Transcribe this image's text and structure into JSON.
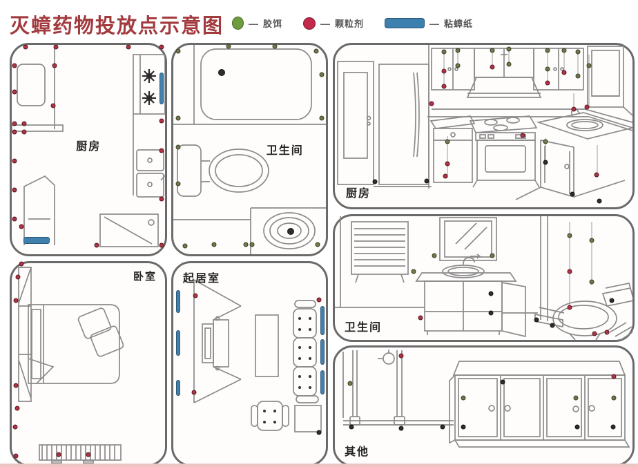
{
  "title": "灭蟑药物投放点示意图",
  "colors": {
    "title": "#a23a3e",
    "crop_strip": "#ecc6c4"
  },
  "legend": {
    "dash": "—",
    "items": [
      {
        "id": "gel",
        "label": "胶饵",
        "color": "#6f9c3e"
      },
      {
        "id": "granule",
        "label": "颗粒剂",
        "color": "#c2294b"
      },
      {
        "id": "sticky",
        "label": "粘蟑纸",
        "color": "#3c80b0"
      }
    ]
  },
  "marker_colors": {
    "r": "#b03245",
    "g": "#6e7a49",
    "b": "#4080ad",
    "k": "#2d2d2d"
  },
  "marker_names": {
    "r": "granule-marker",
    "g": "gel-bait-marker",
    "b": "sticky-trap-marker",
    "k": "dark-dot-marker"
  },
  "panels": [
    {
      "id": "kitchen-plan",
      "label": "厨房",
      "markers": [
        {
          "t": "r",
          "x": 9,
          "y": 1
        },
        {
          "t": "r",
          "x": 28.8,
          "y": 1
        },
        {
          "t": "r",
          "x": 76.1,
          "y": 1
        },
        {
          "t": "r",
          "x": 97.7,
          "y": 1
        },
        {
          "t": "r",
          "x": 1.8,
          "y": 9.9
        },
        {
          "t": "r",
          "x": 27.9,
          "y": 9.9
        },
        {
          "t": "r",
          "x": 1.8,
          "y": 22.4
        },
        {
          "t": "r",
          "x": 27,
          "y": 29
        },
        {
          "t": "r",
          "x": 1.8,
          "y": 37.6
        },
        {
          "t": "r",
          "x": 8.1,
          "y": 37.6
        },
        {
          "t": "r",
          "x": 1.8,
          "y": 41.6
        },
        {
          "t": "r",
          "x": 8.1,
          "y": 41.6
        },
        {
          "t": "r",
          "x": 97.7,
          "y": 36.3
        },
        {
          "t": "r",
          "x": 97.7,
          "y": 50.5
        },
        {
          "t": "r",
          "x": 1.8,
          "y": 55.4
        },
        {
          "t": "r",
          "x": 1.8,
          "y": 69.3
        },
        {
          "t": "r",
          "x": 97.7,
          "y": 73.6
        },
        {
          "t": "r",
          "x": 1.8,
          "y": 83.2
        },
        {
          "t": "r",
          "x": 6.3,
          "y": 86.8
        },
        {
          "t": "r",
          "x": 17.1,
          "y": 93.4
        },
        {
          "t": "r",
          "x": 55.4,
          "y": 95.7
        },
        {
          "t": "r",
          "x": 97.7,
          "y": 95.7
        },
        {
          "t": "b",
          "x": 96.3,
          "y": 13.2,
          "w": 2.8,
          "h": 15.2
        },
        {
          "t": "b",
          "x": 7.7,
          "y": 91.7,
          "w": 17.1,
          "h": 3.3
        }
      ]
    },
    {
      "id": "bathroom-plan",
      "label": "卫生间",
      "markers": [
        {
          "t": "g",
          "x": 3.2,
          "y": 3
        },
        {
          "t": "g",
          "x": 36.2,
          "y": 0.5
        },
        {
          "t": "g",
          "x": 66.5,
          "y": 0.5
        },
        {
          "t": "g",
          "x": 93.7,
          "y": 3
        },
        {
          "t": "g",
          "x": 97.3,
          "y": 14.2
        },
        {
          "t": "g",
          "x": 3.2,
          "y": 35
        },
        {
          "t": "g",
          "x": 97.3,
          "y": 35
        },
        {
          "t": "g",
          "x": 3.2,
          "y": 48.8
        },
        {
          "t": "g",
          "x": 3.2,
          "y": 66.3
        },
        {
          "t": "g",
          "x": 7.7,
          "y": 96
        },
        {
          "t": "g",
          "x": 26.7,
          "y": 95.4
        },
        {
          "t": "g",
          "x": 47.5,
          "y": 95.4
        },
        {
          "t": "g",
          "x": 51.6,
          "y": 95.4
        },
        {
          "t": "g",
          "x": 94.6,
          "y": 95.4
        },
        {
          "t": "k",
          "x": 31.7,
          "y": 13.2,
          "s": 10
        },
        {
          "t": "k",
          "x": 76.9,
          "y": 89.1,
          "s": 10
        }
      ]
    },
    {
      "id": "bedroom-plan",
      "label": "卧室",
      "markers": [
        {
          "t": "r",
          "x": 6.3,
          "y": 0.5
        },
        {
          "t": "r",
          "x": 4.1,
          "y": 6.9
        },
        {
          "t": "r",
          "x": 2.7,
          "y": 18.6
        },
        {
          "t": "r",
          "x": 2.7,
          "y": 60.8
        },
        {
          "t": "r",
          "x": 3.6,
          "y": 72.2
        },
        {
          "t": "r",
          "x": 2.3,
          "y": 81.4
        },
        {
          "t": "r",
          "x": 2.7,
          "y": 95.9
        },
        {
          "t": "r",
          "x": 30.6,
          "y": 95.2
        },
        {
          "t": "r",
          "x": 50,
          "y": 95.2
        }
      ]
    },
    {
      "id": "livingroom-plan",
      "label": "起居室",
      "markers": [
        {
          "t": "b",
          "x": 1.8,
          "y": 13.4,
          "w": 2.7,
          "h": 11.3
        },
        {
          "t": "b",
          "x": 1.8,
          "y": 33.3,
          "w": 2.7,
          "h": 12.7
        },
        {
          "t": "b",
          "x": 1.8,
          "y": 58.1,
          "w": 2.7,
          "h": 7.9
        },
        {
          "t": "b",
          "x": 96.4,
          "y": 21.3,
          "w": 2.7,
          "h": 14.4
        },
        {
          "t": "b",
          "x": 96.4,
          "y": 37.8,
          "w": 2.7,
          "h": 12.7
        },
        {
          "t": "b",
          "x": 96.4,
          "y": 53.3,
          "w": 2.7,
          "h": 12
        },
        {
          "t": "r",
          "x": 14.5,
          "y": 16.2
        },
        {
          "t": "r",
          "x": 13.6,
          "y": 64.3
        },
        {
          "t": "r",
          "x": 95.5,
          "y": 18.2
        },
        {
          "t": "k",
          "x": 95.5,
          "y": 84.2
        }
      ]
    },
    {
      "id": "kitchen-3d",
      "label": "厨房",
      "markers": [
        {
          "t": "g",
          "x": 36.7,
          "y": 4.3
        },
        {
          "t": "r",
          "x": 36.7,
          "y": 16.2
        },
        {
          "t": "r",
          "x": 36.7,
          "y": 25.5
        },
        {
          "t": "g",
          "x": 41.3,
          "y": 3.4
        },
        {
          "t": "g",
          "x": 41.3,
          "y": 12.8
        },
        {
          "t": "g",
          "x": 52.9,
          "y": 3.4
        },
        {
          "t": "r",
          "x": 52.9,
          "y": 13.6
        },
        {
          "t": "g",
          "x": 58.5,
          "y": 2.6
        },
        {
          "t": "g",
          "x": 58.5,
          "y": 11.9
        },
        {
          "t": "g",
          "x": 71.5,
          "y": 3.4
        },
        {
          "t": "g",
          "x": 71.5,
          "y": 14.9
        },
        {
          "t": "r",
          "x": 71.5,
          "y": 23.4
        },
        {
          "t": "g",
          "x": 77,
          "y": 3.4
        },
        {
          "t": "r",
          "x": 77,
          "y": 17
        },
        {
          "t": "g",
          "x": 81.7,
          "y": 4.3
        },
        {
          "t": "g",
          "x": 81.7,
          "y": 19.1
        },
        {
          "t": "g",
          "x": 85.4,
          "y": 12.8
        },
        {
          "t": "r",
          "x": 84.7,
          "y": 38.3
        },
        {
          "t": "r",
          "x": 32.5,
          "y": 36.2
        },
        {
          "t": "r",
          "x": 80.3,
          "y": 39.6
        },
        {
          "t": "g",
          "x": 37.8,
          "y": 59.6
        },
        {
          "t": "r",
          "x": 37.8,
          "y": 73.2
        },
        {
          "t": "r",
          "x": 37.1,
          "y": 80.9
        },
        {
          "t": "r",
          "x": 63.1,
          "y": 55.7
        },
        {
          "t": "g",
          "x": 70.8,
          "y": 59.6
        },
        {
          "t": "k",
          "x": 70.8,
          "y": 72.3
        },
        {
          "t": "r",
          "x": 87.9,
          "y": 80
        },
        {
          "t": "k",
          "x": 13.5,
          "y": 84.3
        },
        {
          "t": "k",
          "x": 30.9,
          "y": 83.8
        },
        {
          "t": "k",
          "x": 79.8,
          "y": 91.9
        },
        {
          "t": "k",
          "x": 88.9,
          "y": 96.2
        }
      ]
    },
    {
      "id": "bathroom-3d",
      "label": "卫生间",
      "markers": [
        {
          "t": "g",
          "x": 33.4,
          "y": 31.8
        },
        {
          "t": "g",
          "x": 52.9,
          "y": 31.8
        },
        {
          "t": "g",
          "x": 26.5,
          "y": 44.7
        },
        {
          "t": "g",
          "x": 78.9,
          "y": 15.6
        },
        {
          "t": "r",
          "x": 78.9,
          "y": 44.7
        },
        {
          "t": "r",
          "x": 78.9,
          "y": 73.7
        },
        {
          "t": "g",
          "x": 86.3,
          "y": 19.6
        },
        {
          "t": "g",
          "x": 86.3,
          "y": 53.1
        },
        {
          "t": "r",
          "x": 28.8,
          "y": 82.1
        },
        {
          "t": "k",
          "x": 52.4,
          "y": 62.6
        },
        {
          "t": "k",
          "x": 52.4,
          "y": 78.2
        },
        {
          "t": "k",
          "x": 93,
          "y": 68.2
        },
        {
          "t": "k",
          "x": 67.7,
          "y": 83.8
        },
        {
          "t": "k",
          "x": 73.1,
          "y": 88.3
        },
        {
          "t": "r",
          "x": 87.2,
          "y": 95
        },
        {
          "t": "r",
          "x": 91.4,
          "y": 94
        }
      ]
    },
    {
      "id": "other-3d",
      "label": "其他",
      "markers": [
        {
          "t": "g",
          "x": 5.1,
          "y": 30.8
        },
        {
          "t": "g",
          "x": 43.2,
          "y": 43.2
        },
        {
          "t": "g",
          "x": 81,
          "y": 43.2
        },
        {
          "t": "g",
          "x": 93.7,
          "y": 43.2
        },
        {
          "t": "k",
          "x": 5.6,
          "y": 68
        },
        {
          "t": "k",
          "x": 22.3,
          "y": 69.2
        },
        {
          "t": "k",
          "x": 36.2,
          "y": 68
        },
        {
          "t": "k",
          "x": 43.2,
          "y": 68
        },
        {
          "t": "k",
          "x": 81.4,
          "y": 68
        },
        {
          "t": "k",
          "x": 93.5,
          "y": 68
        },
        {
          "t": "k",
          "x": 56.4,
          "y": 29.6
        },
        {
          "t": "r",
          "x": 22.3,
          "y": 7.1
        },
        {
          "t": "r",
          "x": 93.7,
          "y": 24.9
        }
      ]
    }
  ]
}
